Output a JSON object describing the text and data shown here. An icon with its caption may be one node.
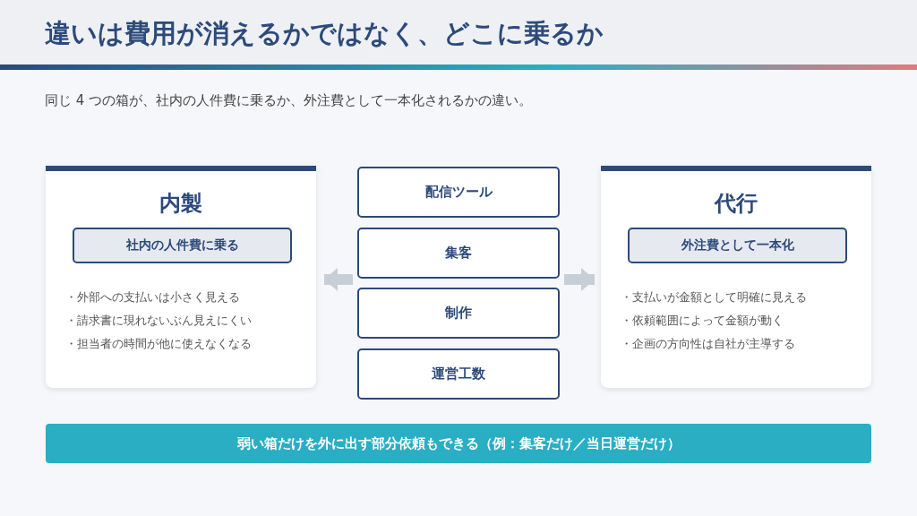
{
  "diagram": {
    "title": "違いは費用が消えるかではなく、どこに乗るか",
    "nodes": [
      {
        "text": [
          "内製",
          "・外部への支払いは小さく見える",
          "・請求書に現れないぶん見えにくい",
          "・担当者の時間が他に使えなくなる"
        ]
      },
      {
        "text": [
          "社内の人件費に乗る"
        ],
        "in": 0
      },
      {
        "text": [
          "配信ツール"
        ]
      },
      {
        "text": [
          "集客"
        ]
      },
      {
        "text": [
          "制作"
        ]
      },
      {
        "text": [
          "運営工数"
        ]
      },
      {
        "text": [
          "代行",
          "・支払いが金額として明確に見える",
          "・依頼範囲によって金額が動く",
          "・企画の方向性は自社が主導する"
        ]
      },
      {
        "text": [
          "外注費として一本化"
        ],
        "in": 6
      },
      {
        "text": [
          "弱い箱だけを外に出す部分依頼もできる（例：集客だけ／当日運営だけ）"
        ]
      }
    ],
    "edges": [
      {
        "from": 3,
        "to": 0,
        "arrow": "to"
      },
      {
        "from": 3,
        "to": 6,
        "arrow": "to"
      }
    ],
    "labels": [
      "同じ 4 つの箱が、社内の人件費に乗るか、外注費として一本化されるかの違い。"
    ]
  }
}
